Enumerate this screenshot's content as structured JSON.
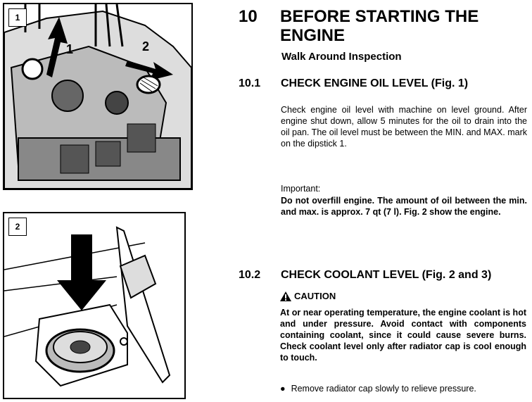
{
  "figures": [
    {
      "number": "1",
      "callouts": [
        "1",
        "2"
      ]
    },
    {
      "number": "2"
    }
  ],
  "section": {
    "number": "10",
    "title": "BEFORE STARTING THE ENGINE",
    "subtitle": "Walk Around Inspection"
  },
  "s101": {
    "number": "10.1",
    "title": "CHECK ENGINE OIL LEVEL (Fig. 1)",
    "body": "Check engine oil level with machine on level ground. After engine shut down, allow 5 minutes for the oil to drain into the oil pan. The oil level must be between the MIN. and MAX. mark on the dipstick 1.",
    "important_label": "Important:",
    "important_text": "Do not overfill engine. The amount of oil between the min. and max. is approx. 7 qt (7 l). Fig. 2 show the engine."
  },
  "s102": {
    "number": "10.2",
    "title": "CHECK COOLANT LEVEL (Fig. 2 and 3)",
    "caution_label": "CAUTION",
    "caution_text": "At or near operating temperature, the engine coolant is hot and under pressure. Avoid contact with components containing coolant, since it could cause severe burns. Check coolant level only after radiator cap is cool enough to touch.",
    "bullet": "Remove radiator cap slowly to relieve pressure."
  },
  "colors": {
    "ink": "#000000",
    "paper": "#ffffff"
  }
}
